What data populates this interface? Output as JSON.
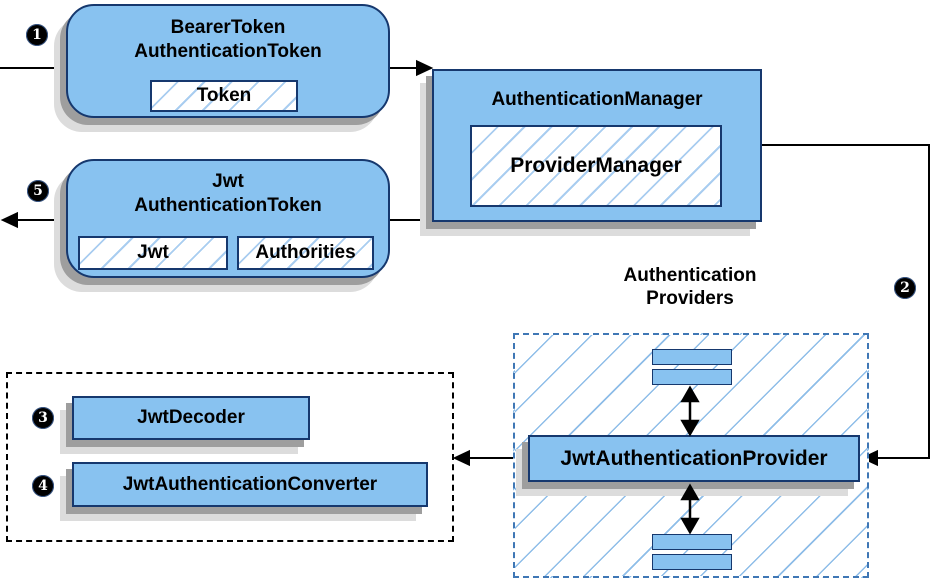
{
  "nodes": {
    "bearer_token": {
      "line1": "BearerToken",
      "line2": "AuthenticationToken",
      "field": "Token"
    },
    "auth_manager": {
      "title": "AuthenticationManager",
      "inner": "ProviderManager"
    },
    "jwt_token": {
      "line1": "Jwt",
      "line2": "AuthenticationToken",
      "field_jwt": "Jwt",
      "field_authorities": "Authorities"
    },
    "decoder": {
      "title": "JwtDecoder"
    },
    "converter": {
      "title": "JwtAuthenticationConverter"
    },
    "provider": {
      "title": "JwtAuthenticationProvider"
    },
    "providers_group": {
      "line1": "Authentication",
      "line2": "Providers"
    }
  },
  "steps": {
    "step1": "1",
    "step2": "2",
    "step3": "3",
    "step4": "4",
    "step5": "5"
  },
  "colors": {
    "node_fill": "#88c2f0",
    "node_border": "#16386e",
    "hatch_line": "#a9cdf0",
    "group_hatch_line": "#8ebde8",
    "blue_dash_border": "#3f77b5",
    "black_dash_border": "#000000",
    "shadow_dark": "#9e9e9e",
    "shadow_light": "#dcdcdc",
    "connector": "#000000",
    "badge_bg": "#000000",
    "badge_text": "#ffffff"
  }
}
